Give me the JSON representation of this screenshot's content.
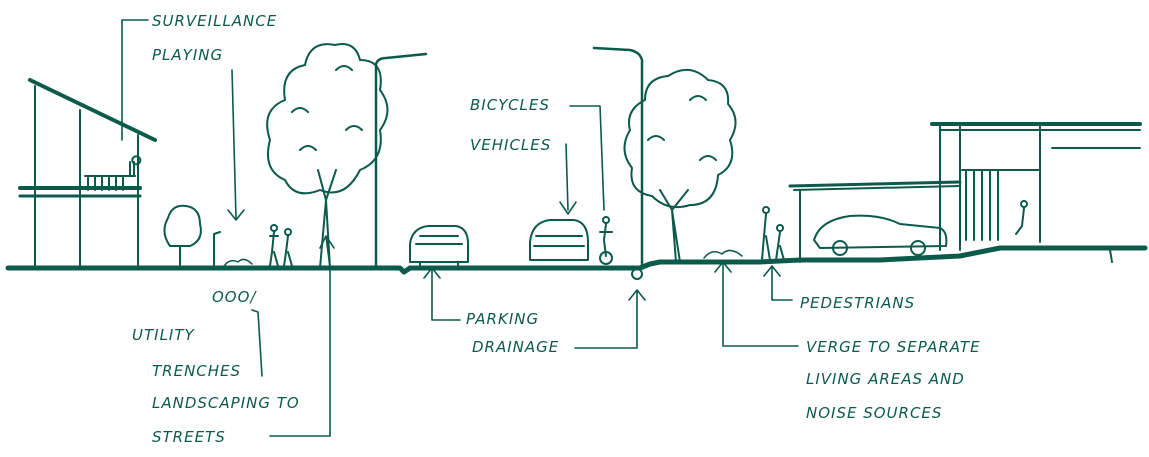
{
  "labels": {
    "surveillance": "Surveillance",
    "playing": "Playing",
    "bicycles": "Bicycles",
    "vehicles": "Vehicles",
    "utility": "Utility",
    "trenches": "Trenches",
    "landscaping": "Landscaping to",
    "streets": "Streets",
    "parking": "Parking",
    "drainage": "Drainage",
    "pedestrians": "Pedestrians",
    "verge": "Verge to separate",
    "living": "Living areas and",
    "noise": "Noise sources",
    "pipe_marks": "ooo/"
  },
  "colors": {
    "ink": "#0b5a4c",
    "background": "#ffffff"
  }
}
